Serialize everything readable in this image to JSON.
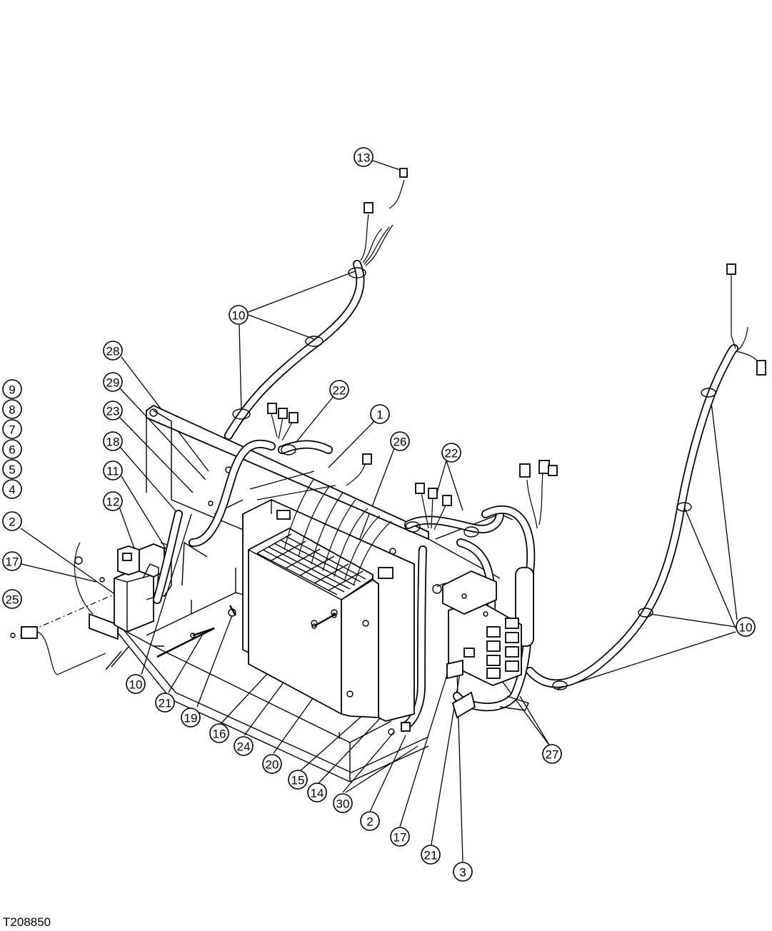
{
  "figure_id": "T208850",
  "callouts": [
    {
      "id": "c1",
      "label": "1"
    },
    {
      "id": "c2a",
      "label": "2"
    },
    {
      "id": "c2b",
      "label": "2"
    },
    {
      "id": "c3",
      "label": "3"
    },
    {
      "id": "c4",
      "label": "4"
    },
    {
      "id": "c5",
      "label": "5"
    },
    {
      "id": "c6",
      "label": "6"
    },
    {
      "id": "c7",
      "label": "7"
    },
    {
      "id": "c8",
      "label": "8"
    },
    {
      "id": "c9",
      "label": "9"
    },
    {
      "id": "c10a",
      "label": "10"
    },
    {
      "id": "c10b",
      "label": "10"
    },
    {
      "id": "c10c",
      "label": "10"
    },
    {
      "id": "c11",
      "label": "11"
    },
    {
      "id": "c12",
      "label": "12"
    },
    {
      "id": "c13",
      "label": "13"
    },
    {
      "id": "c14",
      "label": "14"
    },
    {
      "id": "c15",
      "label": "15"
    },
    {
      "id": "c16",
      "label": "16"
    },
    {
      "id": "c17a",
      "label": "17"
    },
    {
      "id": "c17b",
      "label": "17"
    },
    {
      "id": "c18",
      "label": "18"
    },
    {
      "id": "c19",
      "label": "19"
    },
    {
      "id": "c20",
      "label": "20"
    },
    {
      "id": "c21a",
      "label": "21"
    },
    {
      "id": "c21b",
      "label": "21"
    },
    {
      "id": "c22a",
      "label": "22"
    },
    {
      "id": "c22b",
      "label": "22"
    },
    {
      "id": "c23",
      "label": "23"
    },
    {
      "id": "c24",
      "label": "24"
    },
    {
      "id": "c25",
      "label": "25"
    },
    {
      "id": "c26",
      "label": "26"
    },
    {
      "id": "c27",
      "label": "27"
    },
    {
      "id": "c28",
      "label": "28"
    },
    {
      "id": "c29",
      "label": "29"
    },
    {
      "id": "c30",
      "label": "30"
    }
  ]
}
